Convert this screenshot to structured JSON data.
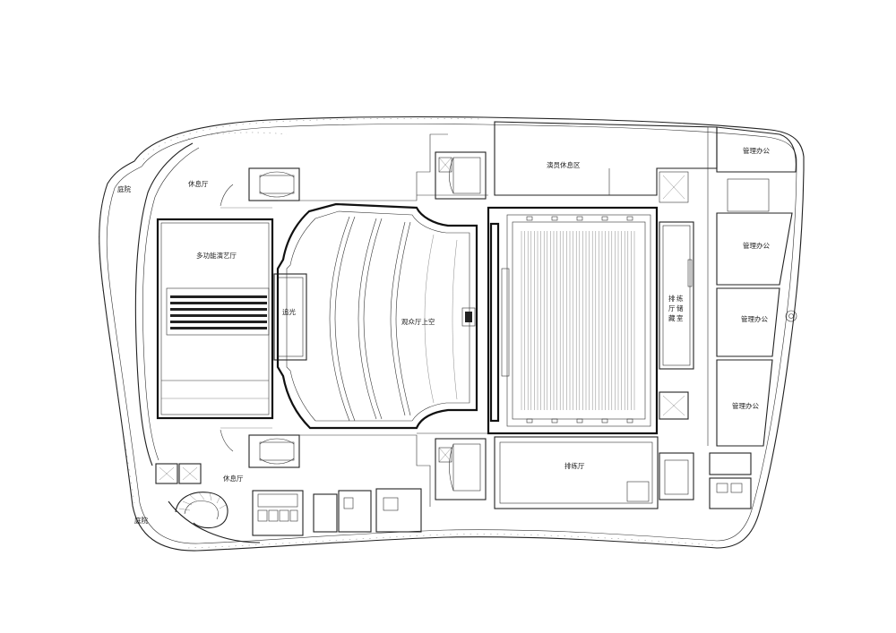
{
  "rooms": {
    "lounge_top": "休息厅",
    "courtyard_top": "庭院",
    "multipurpose_hall": "多功能演艺厅",
    "follow_spot": "追光",
    "auditorium_void": "观众厅上空",
    "performer_lounge": "演员休息区",
    "rehearsal_storage": "排练厅储藏室",
    "rehearsal_hall": "排练厅",
    "lounge_bottom": "休息厅",
    "courtyard_bottom": "庭院",
    "office_1": "管理办公",
    "office_2": "管理办公",
    "office_3": "管理办公",
    "office_4": "管理办公"
  },
  "colors": {
    "line": "#222222",
    "background": "#ffffff"
  }
}
